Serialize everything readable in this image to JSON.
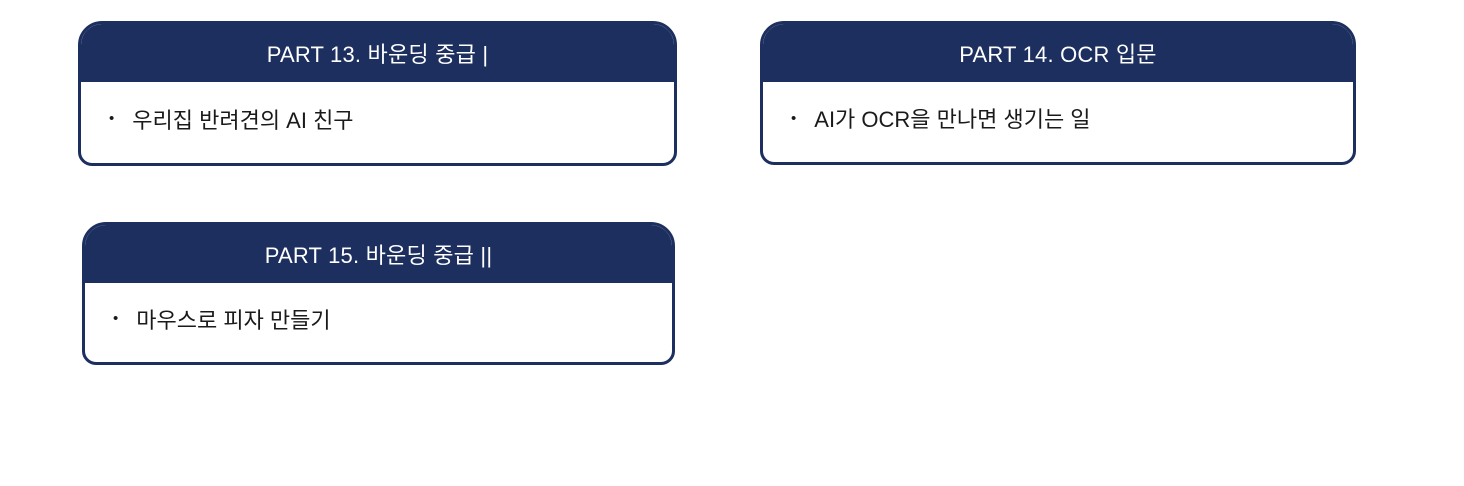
{
  "colors": {
    "navy": "#1c2f5e",
    "header_text": "#ffffff",
    "body_text": "#1a1a1a",
    "page_bg": "#ffffff"
  },
  "cards": [
    {
      "title": "PART 13. 바운딩 중급 |",
      "bullet": "•",
      "item": "우리집 반려견의 AI 친구"
    },
    {
      "title": "PART 14. OCR 입문",
      "bullet": "•",
      "item": "AI가 OCR을 만나면 생기는 일"
    },
    {
      "title": "PART 15. 바운딩 중급 ||",
      "bullet": "•",
      "item": "마우스로 피자 만들기"
    }
  ]
}
